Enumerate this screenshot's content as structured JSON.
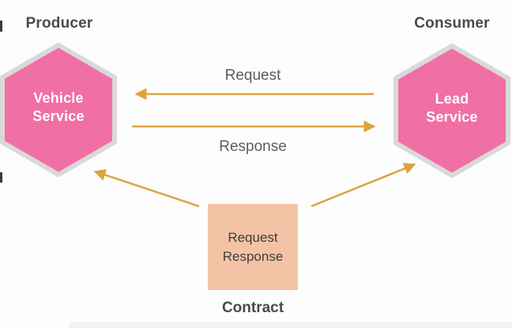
{
  "diagram": {
    "producer": {
      "role": "Producer",
      "node": {
        "line1": "Vehicle",
        "line2": "Service"
      }
    },
    "consumer": {
      "role": "Consumer",
      "node": {
        "line1": "Lead",
        "line2": "Service"
      }
    },
    "flows": {
      "request": "Request",
      "response": "Response"
    },
    "contract": {
      "line1": "Request",
      "line2": "Response",
      "caption": "Contract"
    }
  },
  "colors": {
    "hex-fill": "#F06FA5",
    "hex-border": "#D9D9D9",
    "arrow": "#DBA43E",
    "contract-fill": "#F4C3A6",
    "heading-text": "#4A4A4A",
    "label-text": "#5C5C5C",
    "node-text": "#FFFFFF",
    "contract-text": "#3E3E3E"
  }
}
